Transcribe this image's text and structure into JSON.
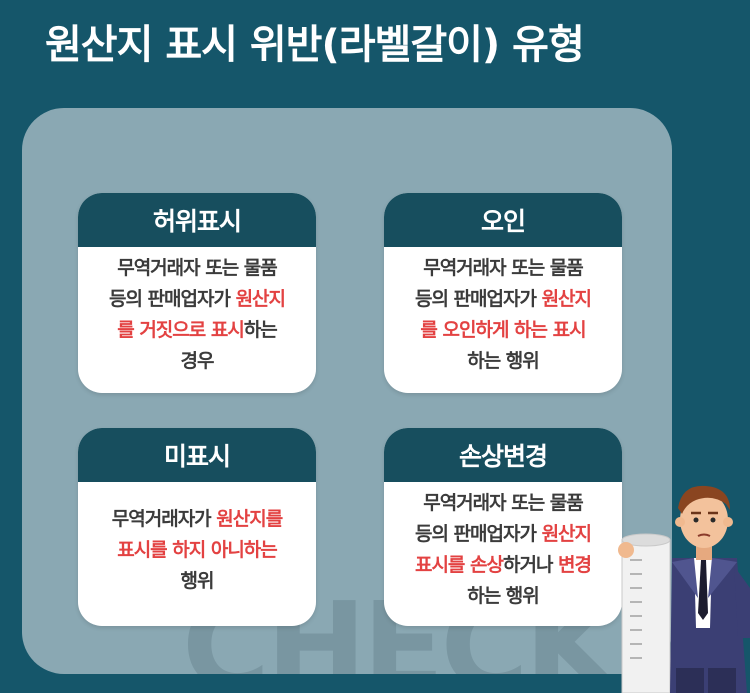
{
  "title": "원산지 표시 위반(라벨갈이) 유형",
  "watermark": "CHECK",
  "cards": [
    {
      "heading": "허위표시",
      "lines": [
        [
          {
            "t": "무역거래자 또는 물품",
            "hl": false
          }
        ],
        [
          {
            "t": "등의 판매업자가 ",
            "hl": false
          },
          {
            "t": "원산지",
            "hl": true
          }
        ],
        [
          {
            "t": "를 거짓으로 표시",
            "hl": true
          },
          {
            "t": "하는",
            "hl": false
          }
        ],
        [
          {
            "t": "경우",
            "hl": false
          }
        ]
      ]
    },
    {
      "heading": "오인",
      "lines": [
        [
          {
            "t": "무역거래자 또는 물품",
            "hl": false
          }
        ],
        [
          {
            "t": "등의 판매업자가 ",
            "hl": false
          },
          {
            "t": "원산지",
            "hl": true
          }
        ],
        [
          {
            "t": "를 오인하게 하는 표시",
            "hl": true
          }
        ],
        [
          {
            "t": "하는 행위",
            "hl": false
          }
        ]
      ]
    },
    {
      "heading": "미표시",
      "lines": [
        [
          {
            "t": "무역거래자가 ",
            "hl": false
          },
          {
            "t": "원산지를",
            "hl": true
          }
        ],
        [
          {
            "t": "표시를 하지 아니하는",
            "hl": true
          }
        ],
        [
          {
            "t": "행위",
            "hl": false
          }
        ]
      ]
    },
    {
      "heading": "손상변경",
      "lines": [
        [
          {
            "t": "무역거래자 또는 물품",
            "hl": false
          }
        ],
        [
          {
            "t": "등의 판매업자가 ",
            "hl": false
          },
          {
            "t": "원산지",
            "hl": true
          }
        ],
        [
          {
            "t": "표시를 손상",
            "hl": true
          },
          {
            "t": "하거나 ",
            "hl": false
          },
          {
            "t": "변경",
            "hl": true
          }
        ],
        [
          {
            "t": "하는 행위",
            "hl": false
          }
        ]
      ]
    }
  ],
  "colors": {
    "background": "#15566a",
    "panel": "#8aa8b3",
    "card_header": "#174e5e",
    "highlight": "#e34242",
    "body_text": "#3b3b3b"
  }
}
